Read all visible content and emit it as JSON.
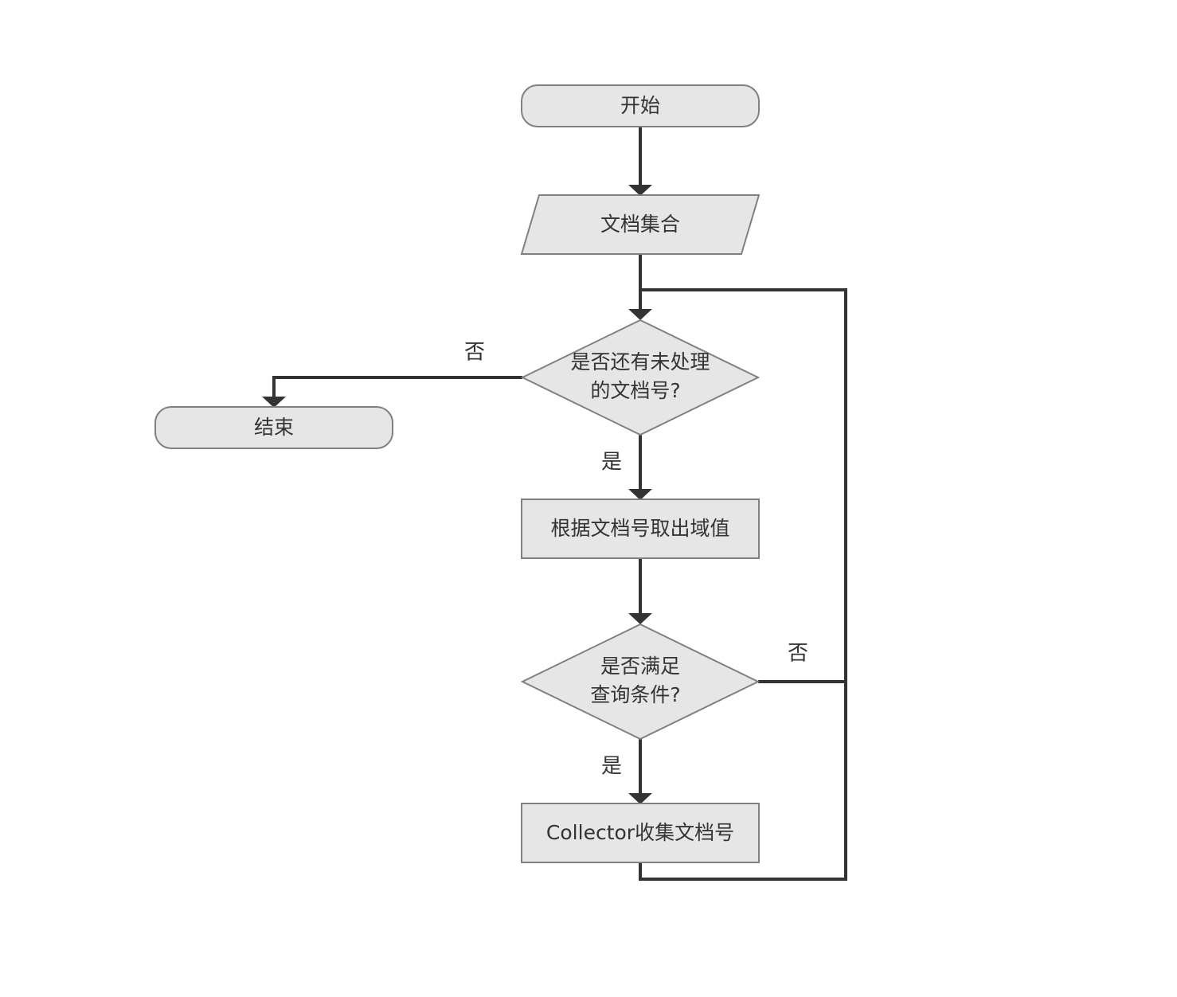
{
  "colors": {
    "node_fill": "#e6e6e6",
    "node_stroke": "#808080",
    "edge": "#333333",
    "text": "#333333",
    "background": "#ffffff"
  },
  "nodes": {
    "start": "开始",
    "doc_set": "文档集合",
    "has_more": [
      "是否还有未处理",
      "的文档号?"
    ],
    "end": "结束",
    "get_field": "根据文档号取出域值",
    "match": [
      "是否满足",
      "查询条件?"
    ],
    "collect": "Collector收集文档号"
  },
  "edge_labels": {
    "has_more_no": "否",
    "has_more_yes": "是",
    "match_no": "否",
    "match_yes": "是"
  }
}
